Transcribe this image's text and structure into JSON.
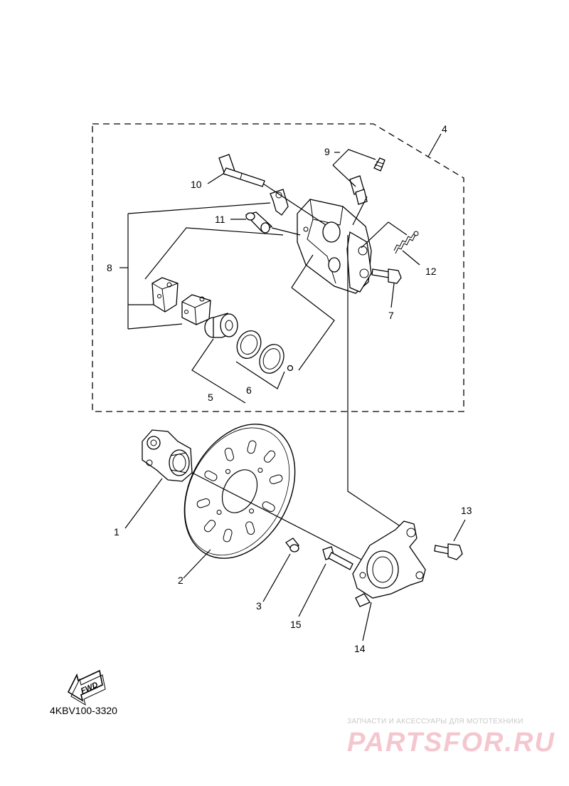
{
  "diagram": {
    "callouts": {
      "c1": "1",
      "c2": "2",
      "c3": "3",
      "c4": "4",
      "c5": "5",
      "c6": "6",
      "c7": "7",
      "c8": "8",
      "c9": "9",
      "c10": "10",
      "c11": "11",
      "c12": "12",
      "c13": "13",
      "c14": "14",
      "c15": "15"
    },
    "fwd_label": "FWD",
    "drawing_code": "4KBV100-3320"
  },
  "watermark": {
    "tagline": "ЗАПЧАСТИ И АКСЕССУАРЫ ДЛЯ МОТОТЕХНИКИ",
    "brand": "PARTSFOR.RU",
    "color": "#f4c7cf"
  }
}
